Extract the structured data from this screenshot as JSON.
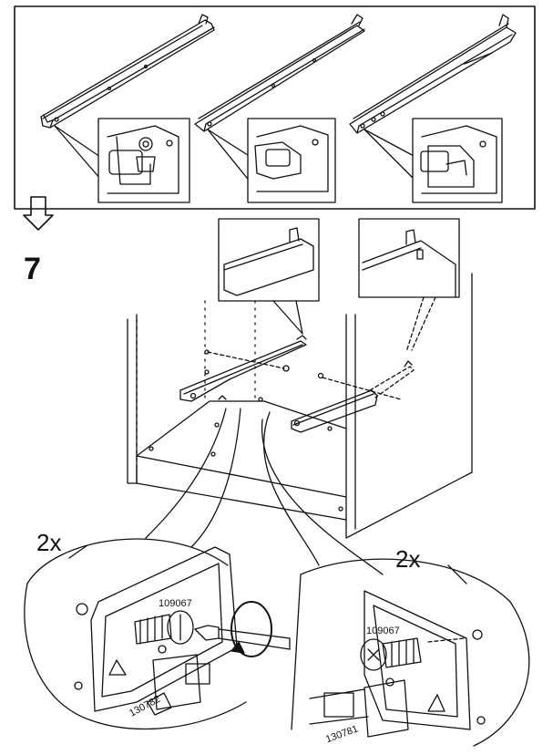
{
  "step": {
    "number": "7"
  },
  "callouts": {
    "left": {
      "quantity": "2x",
      "screw_part": "109067",
      "bracket_part": "130782"
    },
    "right": {
      "quantity": "2x",
      "screw_part": "109067",
      "bracket_part": "130781"
    }
  }
}
